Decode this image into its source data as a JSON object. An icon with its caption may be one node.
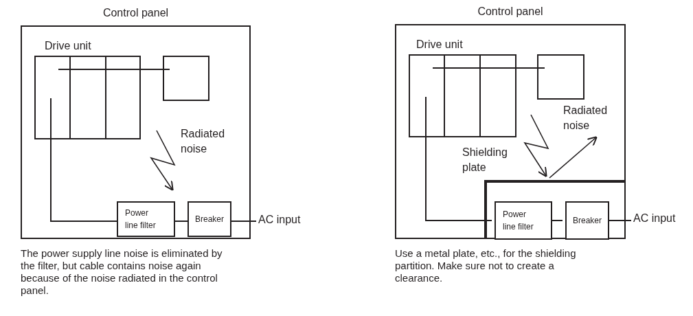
{
  "diagram": {
    "nodes": [
      {
        "text": [
          "Control panel"
        ]
      },
      {
        "text": [
          "Drive unit"
        ],
        "in": 0
      },
      {
        "text": [],
        "shape": "box",
        "in": 0
      },
      {
        "text": [
          "Power line filter"
        ],
        "in": 0
      },
      {
        "text": [
          "Breaker"
        ],
        "in": 0
      },
      {
        "text": [
          "AC input"
        ]
      },
      {
        "text": [
          "Control panel"
        ]
      },
      {
        "text": [
          "Drive unit"
        ],
        "in": 6
      },
      {
        "text": [],
        "shape": "box",
        "in": 6
      },
      {
        "text": [],
        "shape": "box",
        "in": 6,
        "beside": [
          "Shielding plate"
        ]
      },
      {
        "text": [
          "Power line filter"
        ],
        "in": 9
      },
      {
        "text": [
          "Breaker"
        ],
        "in": 9
      },
      {
        "text": [
          "AC input"
        ]
      }
    ],
    "edges": [
      {
        "from": 1,
        "to": 2,
        "arrow": "none"
      },
      {
        "from": 1,
        "to": 3,
        "arrow": "none"
      },
      {
        "from": 3,
        "to": 4,
        "arrow": "none"
      },
      {
        "from": 4,
        "to": 5,
        "arrow": "none"
      },
      {
        "from": 7,
        "to": 8,
        "arrow": "none"
      },
      {
        "from": 7,
        "to": 10,
        "arrow": "none"
      },
      {
        "from": 10,
        "to": 11,
        "arrow": "none"
      },
      {
        "from": 11,
        "to": 12,
        "arrow": "none"
      }
    ],
    "labels": [
      "Radiated noise",
      "Radiated noise",
      "The power supply line noise is eliminated by the filter, but cable contains noise again because of the noise radiated in the control panel.",
      "Use a metal plate, etc., for the shielding partition. Make sure not to create a clearance."
    ]
  }
}
